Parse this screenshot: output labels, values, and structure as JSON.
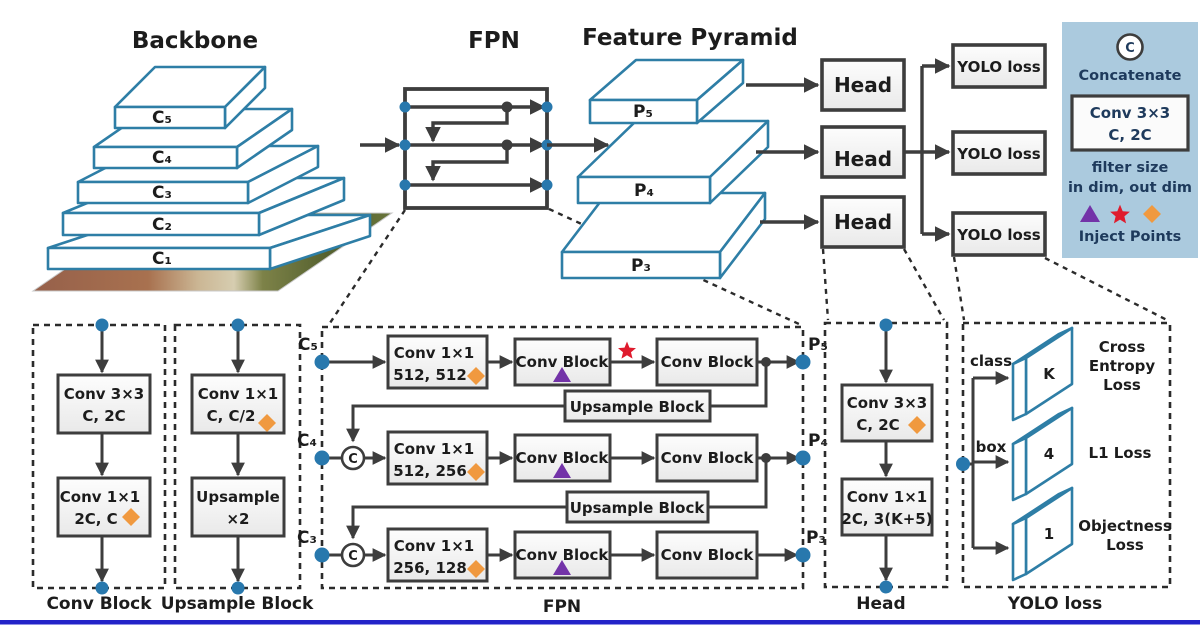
{
  "titles": {
    "backbone": "Backbone",
    "fpn": "FPN",
    "feature_pyramid": "Feature Pyramid"
  },
  "backbone": {
    "layers": [
      "C₅",
      "C₄",
      "C₃",
      "C₂",
      "C₁"
    ]
  },
  "feature_pyramid": {
    "layers": [
      "P₅",
      "P₄",
      "P₃"
    ]
  },
  "head_boxes": {
    "h1": "Head",
    "h2": "Head",
    "h3": "Head"
  },
  "loss_boxes": {
    "l1": "YOLO loss",
    "l2": "YOLO loss",
    "l3": "YOLO loss"
  },
  "legend": {
    "concat_symbol": "C",
    "concat_label": "Concatenate",
    "conv_line1": "Conv 3×3",
    "conv_line2": "C, 2C",
    "filter_line1": "filter size",
    "filter_line2": "in dim, out dim",
    "inject_label": "Inject Points"
  },
  "conv_block_detail": {
    "box1_line1": "Conv 3×3",
    "box1_line2": "C, 2C",
    "box2_line1": "Conv 1×1",
    "box2_line2": "2C, C",
    "label": "Conv Block"
  },
  "upsample_block_detail": {
    "box1_line1": "Conv 1×1",
    "box1_line2": "C, C/2",
    "box2_line1": "Upsample",
    "box2_line2": "×2",
    "label": "Upsample Block"
  },
  "fpn_detail": {
    "label": "FPN",
    "inputs": [
      "C₅",
      "C₄",
      "C₃"
    ],
    "outputs": [
      "P₅",
      "P₄",
      "P₃"
    ],
    "concat_symbol": "C",
    "rows": [
      {
        "conv_line1": "Conv 1×1",
        "conv_line2": "512, 512",
        "block1": "Conv Block",
        "block2": "Conv Block"
      },
      {
        "conv_line1": "Conv 1×1",
        "conv_line2": "512, 256",
        "block1": "Conv Block",
        "block2": "Conv Block"
      },
      {
        "conv_line1": "Conv 1×1",
        "conv_line2": "256, 128",
        "block1": "Conv Block",
        "block2": "Conv Block"
      }
    ],
    "upsample1": "Upsample Block",
    "upsample2": "Upsample Block"
  },
  "head_detail": {
    "label": "Head",
    "box1_line1": "Conv 3×3",
    "box1_line2": "C, 2C",
    "box2_line1": "Conv 1×1",
    "box2_line2": "2C, 3(K+5)"
  },
  "yolo_detail": {
    "label": "YOLO loss",
    "class_branch": "class",
    "box_branch": "box",
    "slab1_value": "K",
    "slab2_value": "4",
    "slab3_value": "1",
    "loss1_line1": "Cross",
    "loss1_line2": "Entropy",
    "loss1_line3": "Loss",
    "loss2_line1": "L1 Loss",
    "loss3_line1": "Objectness",
    "loss3_line2": "Loss"
  },
  "colors": {
    "slab_blue": "#2e7ea6",
    "dot_blue": "#2878ad",
    "purple": "#7333a8",
    "red": "#df1b2d",
    "orange": "#f0993f",
    "legend_bg": "#abcade",
    "legend_text": "#1e3a5c",
    "line_dark": "#3d3d3d",
    "bottom_border_blue": "#2323c8"
  }
}
